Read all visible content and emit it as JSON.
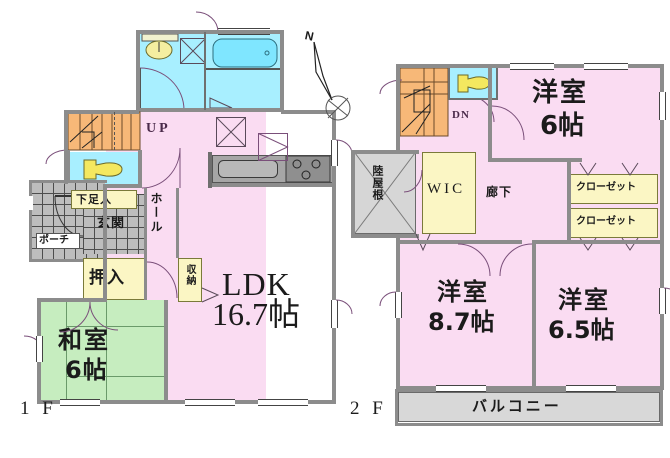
{
  "plan": {
    "floor1_label": "1 F",
    "floor2_label": "2 F",
    "compass_label": "N"
  },
  "floor1": {
    "rooms": [
      {
        "key": "ldk",
        "name": "LDK",
        "size": "16.7帖"
      },
      {
        "key": "washitsu",
        "name": "和室",
        "size": "6帖"
      }
    ],
    "labels": {
      "up": "UP",
      "hall": "ホール",
      "genkan": "玄関",
      "porch": "ポーチ",
      "shoebox": "下足入",
      "oshiire": "押入",
      "shuno": "収納"
    }
  },
  "floor2": {
    "rooms": [
      {
        "key": "yoshitsu_6",
        "name": "洋室",
        "size": "6帖"
      },
      {
        "key": "yoshitsu_87",
        "name": "洋室",
        "size": "8.7帖"
      },
      {
        "key": "yoshitsu_65",
        "name": "洋室",
        "size": "6.5帖"
      }
    ],
    "labels": {
      "dn": "DN",
      "wic": "WIC",
      "roof": "陸屋根",
      "corridor": "廊下",
      "closet_top": "クローゼット",
      "closet_bottom": "クローゼット",
      "balcony": "バルコニー"
    }
  },
  "colors": {
    "living": "#fadcf2",
    "tatami": "#c6edbf",
    "water": "#a8efff",
    "stairs": "#f7b878",
    "storage": "#fbf6c4",
    "roof": "#d6d6d6",
    "balcony": "#dcdcdc",
    "wall": "#8c8c8c"
  }
}
